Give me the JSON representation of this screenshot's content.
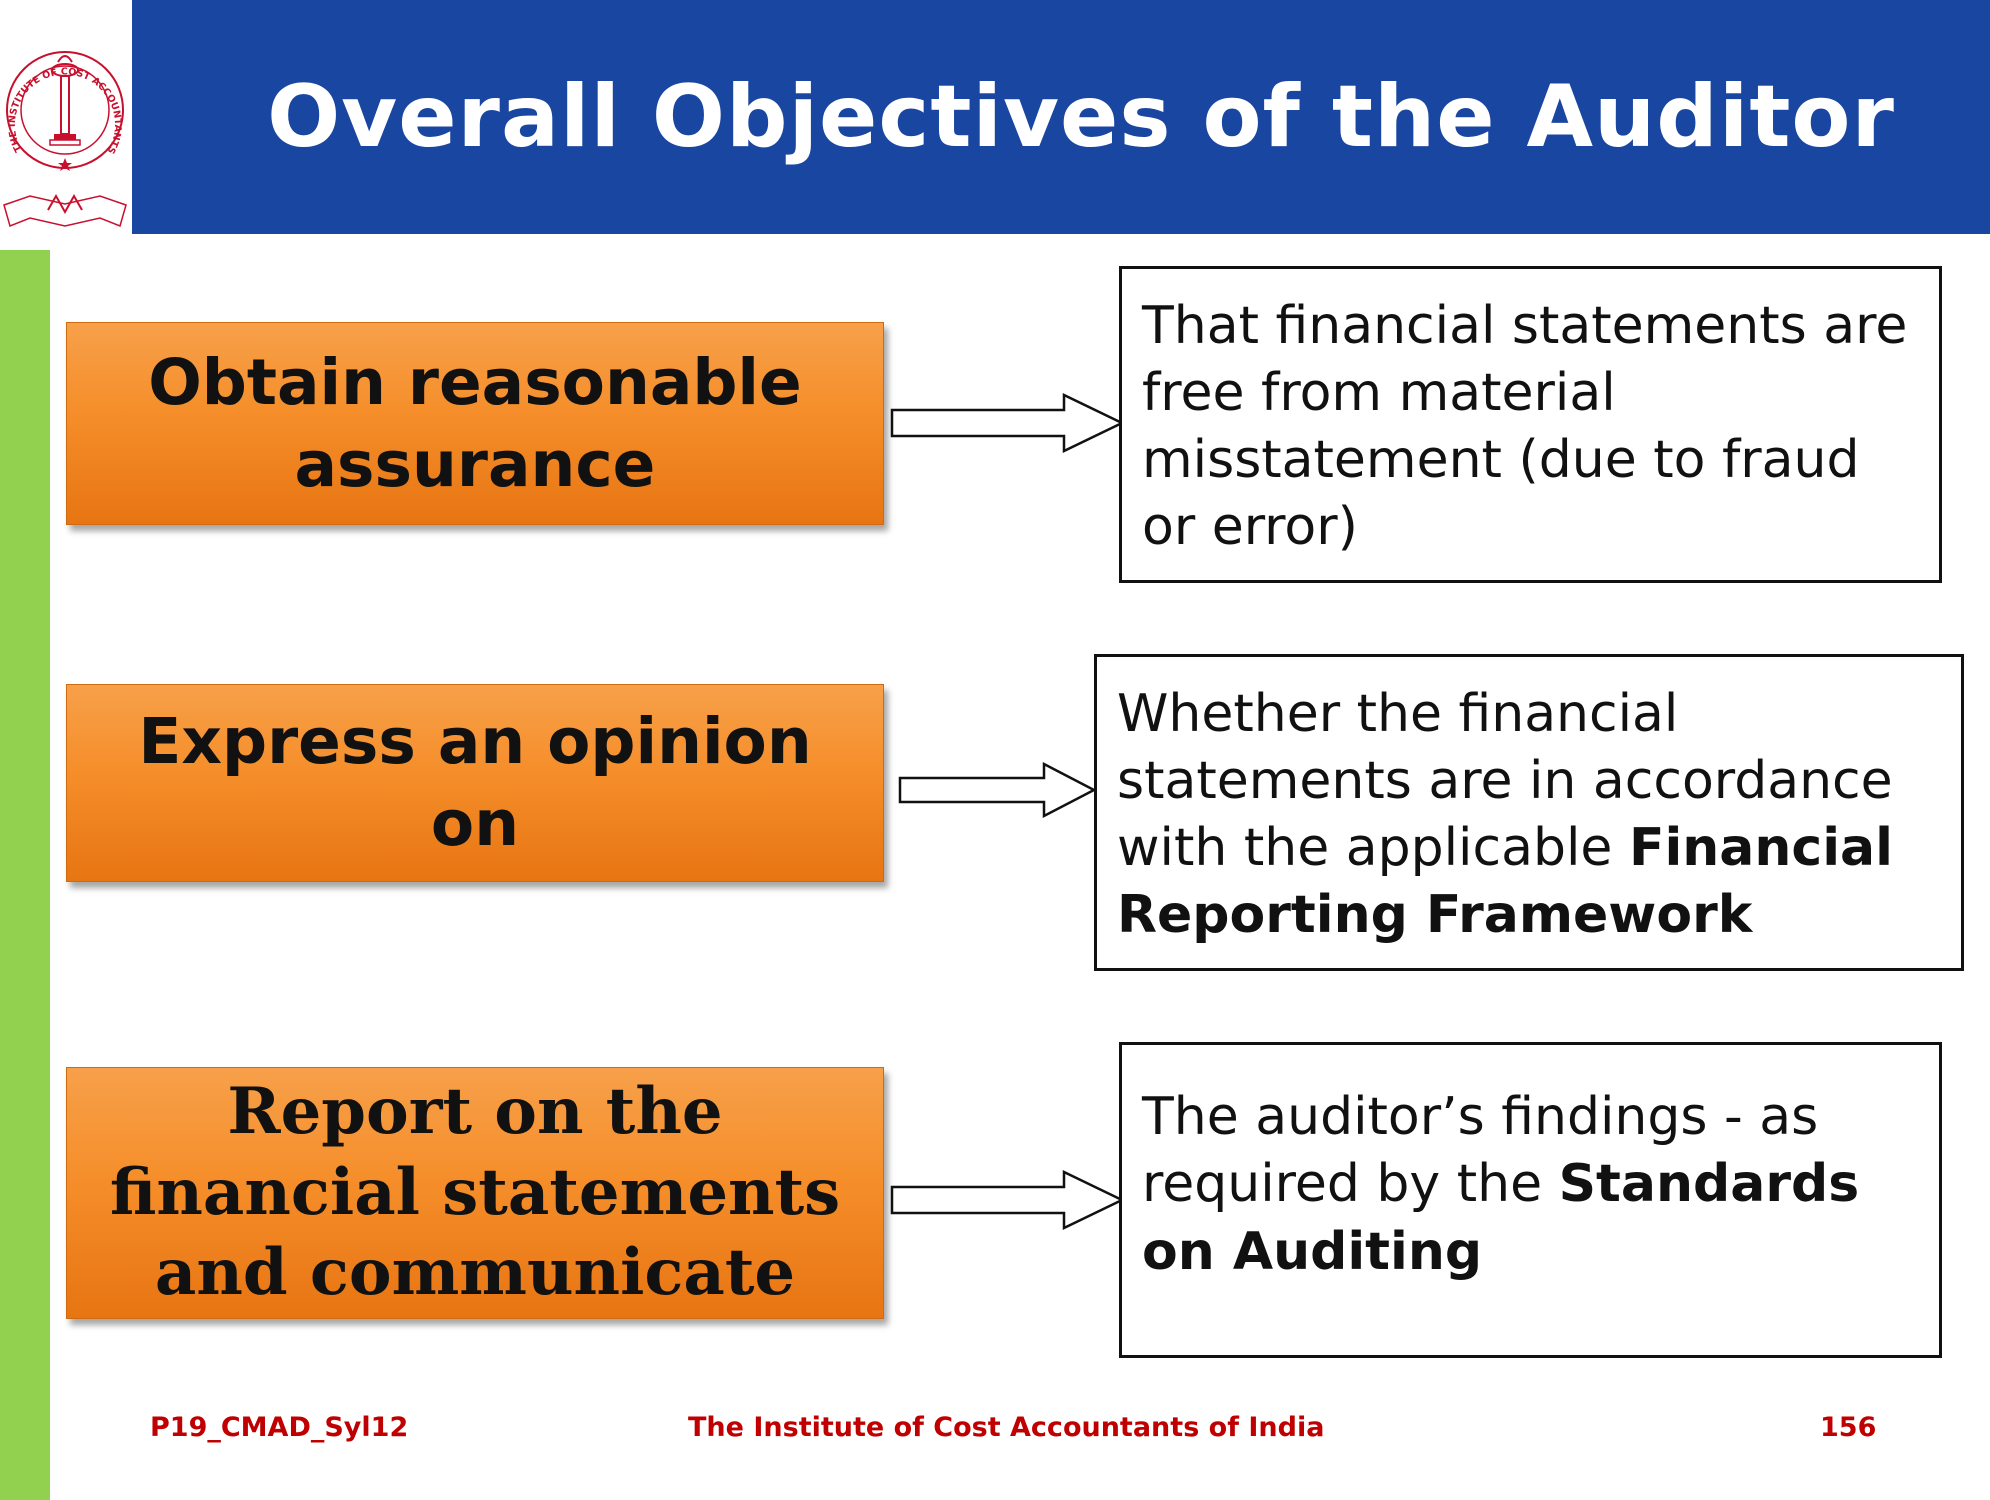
{
  "logo": {
    "name": "institute-emblem",
    "ring_text": "THE INSTITUTE OF COST ACCOUNTANTS OF INDIA",
    "colors": {
      "primary": "#c8102e"
    }
  },
  "title": "Overall Objectives of the Auditor",
  "objectives": [
    {
      "lines": [
        "Obtain reasonable",
        "assurance"
      ],
      "description": [
        {
          "text": "That financial statements are free from material misstatement (due to fraud or error)",
          "bold": false
        }
      ]
    },
    {
      "lines": [
        "Express an opinion on"
      ],
      "description": [
        {
          "text": "Whether the financial statements are in accordance with the applicable ",
          "bold": false
        },
        {
          "text": "Financial Reporting Framework",
          "bold": true
        }
      ]
    },
    {
      "lines": [
        "Report on the",
        "financial statements",
        "and communicate"
      ],
      "description": [
        {
          "text": "The auditor’s findings - as required by the ",
          "bold": false
        },
        {
          "text": "Standards on Auditing",
          "bold": true
        }
      ]
    }
  ],
  "footer": {
    "code": "P19_CMAD_Syl12",
    "institute": "The Institute of Cost Accountants of India",
    "page": "156"
  },
  "colors": {
    "title_bar": "#1946a0",
    "side_stripe": "#92d050",
    "objective_box": "#f58e2a",
    "footer_text": "#c00000"
  }
}
